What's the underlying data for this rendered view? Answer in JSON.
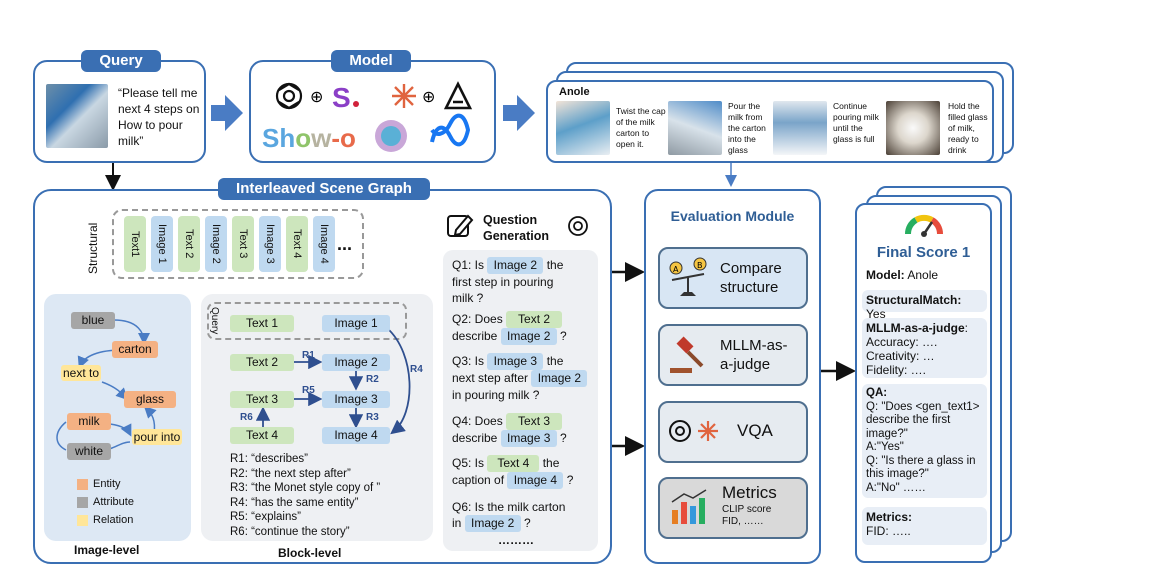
{
  "query": {
    "header": "Query",
    "prompt": "“Please tell me next 4 steps on How to pour milk”"
  },
  "model": {
    "header": "Model",
    "show_o": "Show-o"
  },
  "output": {
    "model_name": "Anole",
    "steps": [
      "Twist the cap of the milk carton to open it.",
      "Pour the milk from the carton into the glass",
      "Continue pouring milk until the glass is full",
      "Hold the filled glass of milk, ready to drink"
    ]
  },
  "isg": {
    "header": "Interleaved Scene Graph",
    "structural_label": "Structural",
    "structural_items": [
      "Text1",
      "Image 1",
      "Text 2",
      "Image 2",
      "Text 3",
      "Image 3",
      "Text 4",
      "Image 4"
    ],
    "ellipsis": "...",
    "image_level": {
      "caption": "Image-level",
      "nodes": {
        "blue": "blue",
        "carton": "carton",
        "next_to": "next to",
        "glass": "glass",
        "milk": "milk",
        "white": "white",
        "pour_into": "pour into"
      },
      "legend": [
        "Entity",
        "Attribute",
        "Relation"
      ]
    },
    "block_level": {
      "caption": "Block-level",
      "query_tag": "Query",
      "nodes": {
        "t1": "Text 1",
        "i1": "Image 1",
        "t2": "Text 2",
        "i2": "Image 2",
        "t3": "Text 3",
        "i3": "Image 3",
        "t4": "Text 4",
        "i4": "Image 4"
      },
      "edges": {
        "r1": "R1",
        "r2": "R2",
        "r3": "R3",
        "r4": "R4",
        "r5": "R5",
        "r6": "R6"
      },
      "relations": [
        "R1: “describes”",
        "R2: “the next step after”",
        "R3: “the Monet style copy of ”",
        "R4: “has the same entity”",
        "R5:  “explains”",
        "R6: “continue the story”"
      ]
    },
    "question_generation": {
      "title": "Question Generation",
      "q1": {
        "pre": "Q1: Is",
        "chip": "Image 2",
        "post": "the",
        "line2": "first step in pouring",
        "line3": "milk ?"
      },
      "q2": {
        "pre": "Q2: Does",
        "chip1": "Text 2",
        "pre2": "describe",
        "chip2": "Image 2",
        "post": "?"
      },
      "q3": {
        "pre": "Q3: Is",
        "chip1": "Image 3",
        "post1": "the",
        "pre2": "next step after",
        "chip2": "Image 2",
        "line3": "in pouring milk ?"
      },
      "q4": {
        "pre": "Q4: Does",
        "chip1": "Text 3",
        "pre2": "describe",
        "chip2": "Image 3",
        "post": "?"
      },
      "q5": {
        "pre": "Q5: Is",
        "chip1": "Text 4",
        "post1": "the",
        "pre2": "caption of",
        "chip2": "Image 4",
        "post": "?"
      },
      "q6": {
        "line1": "Q6: Is the milk carton",
        "pre2": "in",
        "chip": "Image 2",
        "post": "?"
      },
      "dots": "………"
    }
  },
  "evaluation": {
    "title": "Evaluation Module",
    "items": [
      "Compare structure",
      "MLLM-as-a-judge",
      "VQA",
      "Metrics"
    ],
    "metrics_sub": "CLIP score FID, ……"
  },
  "final": {
    "title": "Final Score 1",
    "model_label": "Model:",
    "model_value": "Anole",
    "structural_label": "StructuralMatch:",
    "structural_value": "Yes",
    "judge_label": "MLLM-as-a-judge",
    "judge_colon": ":",
    "judge_rows": [
      "Accuracy:  ….",
      "Creativity:  …",
      "Fidelity:  …."
    ],
    "qa_label": "QA:",
    "qa_rows": [
      "Q: \"Does <gen_text1> describe the first image?\"",
      "A:\"Yes\"",
      "Q: \"Is there a glass in this image?\"",
      "A:\"No\" ……"
    ],
    "metrics_label": "Metrics:",
    "metrics_value": "FID: ….."
  },
  "colors": {
    "panel_border": "#3a6fb3",
    "text_node": "#cde6bd",
    "image_node": "#bfd9f0",
    "entity": "#f4b183",
    "attribute": "#a6a6a6",
    "relation": "#ffe699",
    "arrow": "#4a7cc4"
  }
}
